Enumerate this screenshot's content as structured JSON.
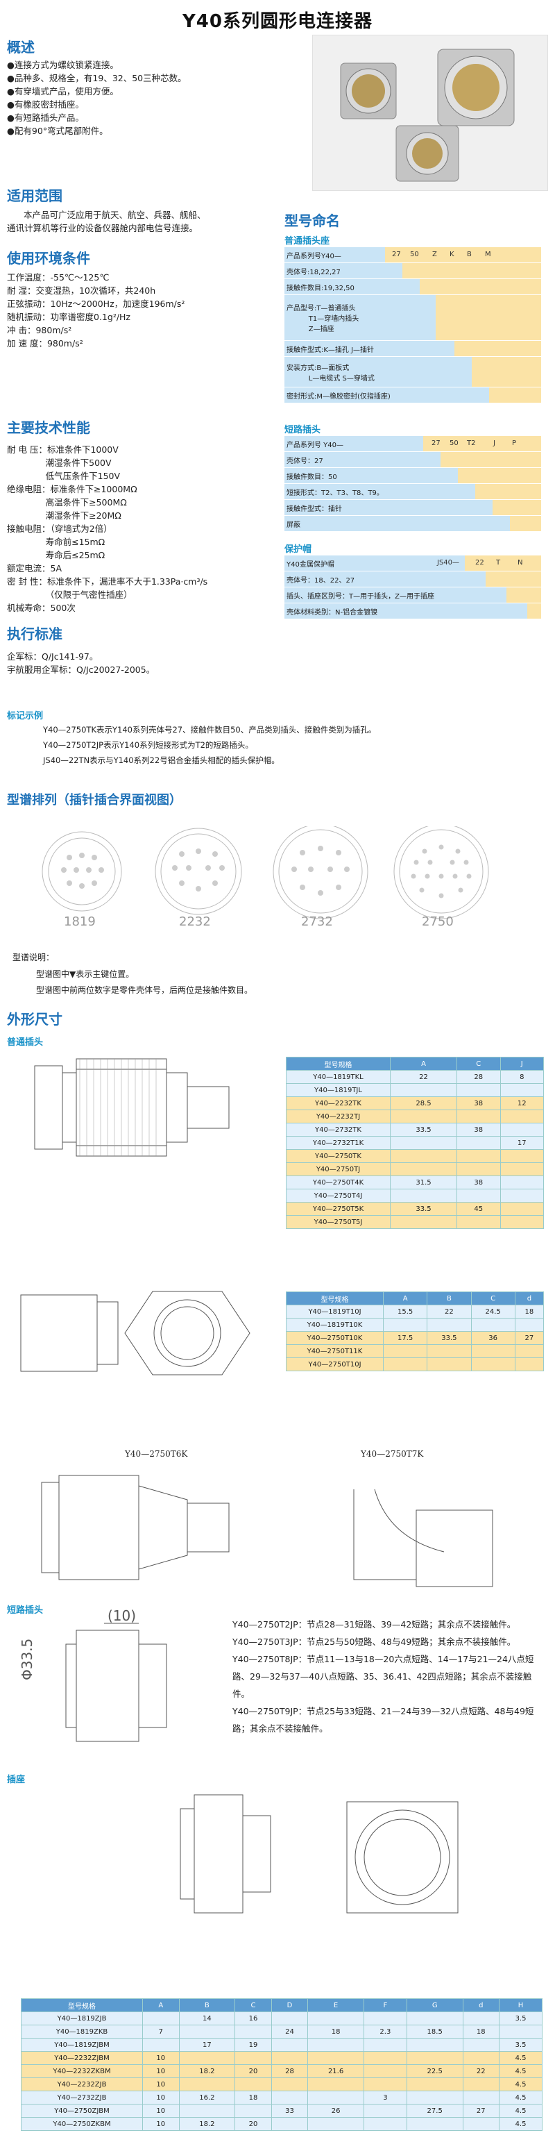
{
  "title": "Y40系列圆形电连接器",
  "overview": {
    "heading": "概述",
    "items": [
      "●连接方式为螺纹锁紧连接。",
      "●品种多、规格全，有19、32、50三种芯数。",
      "●有穿墙式产品，使用方便。",
      "●有橡胶密封插座。",
      "●有短路插头产品。",
      "●配有90°弯式尾部附件。"
    ]
  },
  "scope": {
    "heading": "适用范围",
    "lines": [
      "本产品可广泛应用于航天、航空、兵器、舰船、",
      "通讯计算机等行业的设备仪器舱内部电信号连接。"
    ]
  },
  "env": {
    "heading": "使用环境条件",
    "lines": [
      "工作温度：-55℃～125℃",
      "耐    湿：交变湿热，10次循环，共240h",
      "正弦振动：10Hz～2000Hz，加速度196m/s²",
      "随机振动：功率谱密度0.1g²/Hz",
      "冲    击：980m/s²",
      "加 速 度：980m/s²"
    ]
  },
  "tech": {
    "heading": "主要技术性能",
    "lines": [
      "耐 电 压：标准条件下1000V",
      "              潮湿条件下500V",
      "              低气压条件下150V",
      "绝缘电阻：标准条件下≥1000MΩ",
      "              高温条件下≥500MΩ",
      "              潮湿条件下≥20MΩ",
      "接触电阻：（穿墙式为2倍）",
      "              寿命前≤15mΩ",
      "              寿命后≤25mΩ",
      "额定电流：5A",
      "密 封 性：标准条件下，漏泄率不大于1.33Pa·cm³/s",
      "              （仅限于气密性插座）",
      "机械寿命：500次"
    ]
  },
  "std": {
    "heading": "执行标准",
    "lines": [
      "企军标：Q/Jc141-97。",
      "宇航服用企军标：Q/Jc20027-2005。"
    ]
  },
  "model": {
    "heading": "型号命名",
    "plug_heading": "普通插头座",
    "plug_rows": [
      "产品系列号Y40—",
      "壳体号:18,22,27",
      "接触件数目:19,32,50",
      "产品型号:T—普通插头",
      "          T1—穿墙内插头",
      "          Z—插座",
      "接触件型式:K—插孔 J—插针",
      "安装方式:B—面板式",
      "          L—电缆式 S—穿墙式",
      "密封形式:M—橡胶密封(仅指插座)"
    ],
    "plug_codes": [
      "27",
      "50",
      "Z",
      "K",
      "B",
      "M"
    ],
    "short_heading": "短路插头",
    "short_rows": [
      "产品系列号  Y40—",
      "壳体号：27",
      "接触件数目：50",
      "短接形式：T2、T3、T8、T9。",
      "接触件型式：插针",
      "屏蔽"
    ],
    "short_codes": [
      "27",
      "50",
      "T2",
      "J",
      "P"
    ],
    "cap_heading": "保护帽",
    "cap_rows": [
      "Y40金属保护帽",
      "壳体号：18、22、27",
      "插头、插座区别号：T—用于插头，Z—用于插座",
      "壳体材料类别：N-铝合金镀镍"
    ],
    "cap_codes": [
      "JS40—",
      "22",
      "T",
      "N"
    ]
  },
  "example": {
    "heading": "标记示例",
    "lines": [
      "Y40—2750TK表示Y140系列壳体号27、接触件数目50、产品类别插头、接触件类别为插孔。",
      "Y40—2750T2JP表示Y140系列短接形式为T2的短路插头。",
      "JS40—22TN表示与Y140系列22号铝合金插头相配的插头保护帽。"
    ]
  },
  "spectrum": {
    "heading": "型谱排列（插针插合界面视图）",
    "labels": [
      "1819",
      "2232",
      "2732",
      "2750"
    ],
    "note_title": "型谱说明：",
    "notes": [
      "型谱图中▼表示主键位置。",
      "型谱图中前两位数字是零件壳体号，后两位是接触件数目。"
    ]
  },
  "dims": {
    "heading": "外形尺寸",
    "plug_heading": "普通插头",
    "t1_headers": [
      "型号规格",
      "A",
      "C",
      "J"
    ],
    "t1_rows": [
      [
        "Y40—1819TKL",
        "22",
        "28",
        "8"
      ],
      [
        "Y40—1819TJL",
        "",
        "",
        ""
      ],
      [
        "Y40—2232TK",
        "28.5",
        "38",
        "12"
      ],
      [
        "Y40—2232TJ",
        "",
        "",
        ""
      ],
      [
        "Y40—2732TK",
        "33.5",
        "38",
        ""
      ],
      [
        "Y40—2732T1K",
        "",
        "",
        "17"
      ],
      [
        "Y40—2750TK",
        "",
        "",
        ""
      ],
      [
        "Y40—2750TJ",
        "",
        "",
        ""
      ],
      [
        "Y40—2750T4K",
        "31.5",
        "38",
        ""
      ],
      [
        "Y40—2750T4J",
        "",
        "",
        ""
      ],
      [
        "Y40—2750T5K",
        "33.5",
        "45",
        ""
      ],
      [
        "Y40—2750T5J",
        "",
        "",
        ""
      ]
    ],
    "t2_headers": [
      "型号规格",
      "A",
      "B",
      "C",
      "d"
    ],
    "t2_rows": [
      [
        "Y40—1819T10J",
        "15.5",
        "22",
        "24.5",
        "18"
      ],
      [
        "Y40—1819T10K",
        "",
        "",
        "",
        ""
      ],
      [
        "Y40—2750T10K",
        "17.5",
        "33.5",
        "36",
        "27"
      ],
      [
        "Y40—2750T11K",
        "",
        "",
        "",
        ""
      ],
      [
        "Y40—2750T10J",
        "",
        "",
        "",
        ""
      ]
    ],
    "view_label_1": "Y40—2750T6K",
    "view_label_2": "Y40—2750T7K"
  },
  "short_plug": {
    "heading": "短路插头",
    "dim1": "(10)",
    "dim2": "Φ33.5",
    "lines": [
      "Y40—2750T2JP：节点28—31短路、39—42短路；其余点不装接触件。",
      "Y40—2750T3JP：节点25与50短路、48与49短路；其余点不装接触件。",
      "Y40—2750T8JP：节点11—13与18—20六点短路、14—17与21—24八点短路、29—32与37—40八点短路、35、36.41、42四点短路；其余点不装接触件。",
      "Y40—2750T9JP：节点25与33短路、21—24与39—32八点短路、48与49短路；其余点不装接触件。"
    ]
  },
  "socket": {
    "heading": "插座",
    "t3_headers": [
      "型号规格",
      "A",
      "B",
      "C",
      "D",
      "E",
      "F",
      "G",
      "d",
      "H"
    ],
    "t3_rows": [
      [
        "Y40—1819ZJB",
        "",
        "14",
        "16",
        "",
        "",
        "",
        "",
        "",
        "3.5"
      ],
      [
        "Y40—1819ZKB",
        "7",
        "",
        "",
        "24",
        "18",
        "2.3",
        "18.5",
        "18",
        ""
      ],
      [
        "Y40—1819ZJBM",
        "",
        "17",
        "19",
        "",
        "",
        "",
        "",
        "",
        "3.5"
      ],
      [
        "Y40—2232ZJBM",
        "10",
        "",
        "",
        "",
        "",
        "",
        "",
        "",
        "4.5"
      ],
      [
        "Y40—2232ZKBM",
        "10",
        "18.2",
        "20",
        "28",
        "21.6",
        "",
        "22.5",
        "22",
        "4.5"
      ],
      [
        "Y40—2232ZJB",
        "10",
        "",
        "",
        "",
        "",
        "",
        "",
        "",
        "4.5"
      ],
      [
        "Y40—2732ZJB",
        "10",
        "16.2",
        "18",
        "",
        "",
        "3",
        "",
        "",
        "4.5"
      ],
      [
        "Y40—2750ZJBM",
        "10",
        "",
        "",
        "33",
        "26",
        "",
        "27.5",
        "27",
        "4.5"
      ],
      [
        "Y40—2750ZKBM",
        "10",
        "18.2",
        "20",
        "",
        "",
        "",
        "",
        "",
        "4.5"
      ]
    ]
  }
}
